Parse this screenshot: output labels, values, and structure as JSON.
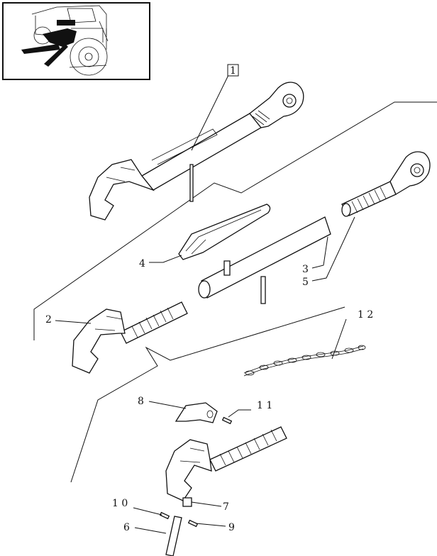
{
  "callouts": [
    {
      "id": "c1",
      "label": "1"
    },
    {
      "id": "c2",
      "label": "2"
    },
    {
      "id": "c3",
      "label": "3"
    },
    {
      "id": "c4",
      "label": "4"
    },
    {
      "id": "c5",
      "label": "5"
    },
    {
      "id": "c6",
      "label": "6"
    },
    {
      "id": "c7",
      "label": "7"
    },
    {
      "id": "c8",
      "label": "8"
    },
    {
      "id": "c9",
      "label": "9"
    },
    {
      "id": "c10",
      "label": "1 0"
    },
    {
      "id": "c11",
      "label": "1 1"
    },
    {
      "id": "c12",
      "label": "1 2"
    }
  ]
}
